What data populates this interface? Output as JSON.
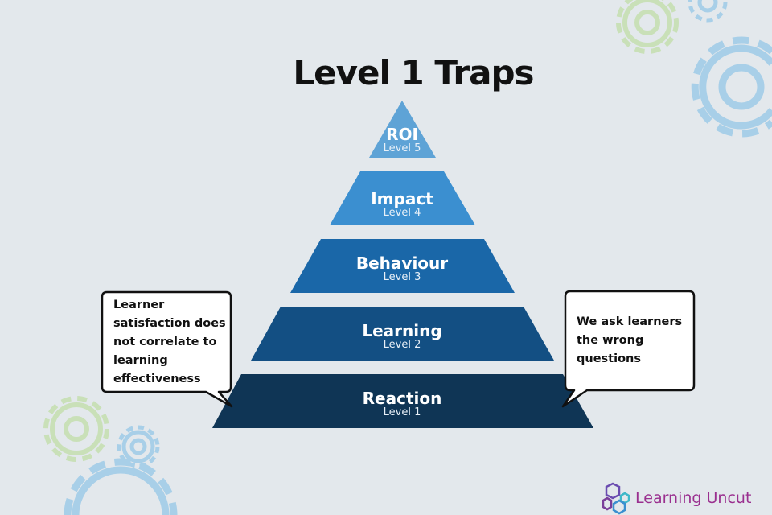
{
  "title": "Level 1 Traps",
  "pyramid": [
    {
      "name": "ROI",
      "level": "Level 5",
      "color": "#5ea3d6"
    },
    {
      "name": "Impact",
      "level": "Level 4",
      "color": "#3b8fd0"
    },
    {
      "name": "Behaviour",
      "level": "Level 3",
      "color": "#1a67a8"
    },
    {
      "name": "Learning",
      "level": "Level 2",
      "color": "#134f83"
    },
    {
      "name": "Reaction",
      "level": "Level 1",
      "color": "#0f3555"
    }
  ],
  "callouts": {
    "left": "Learner satisfaction does not correlate to learning effectiveness",
    "right": "We ask learners the wrong questions"
  },
  "logo": "Learning Uncut"
}
